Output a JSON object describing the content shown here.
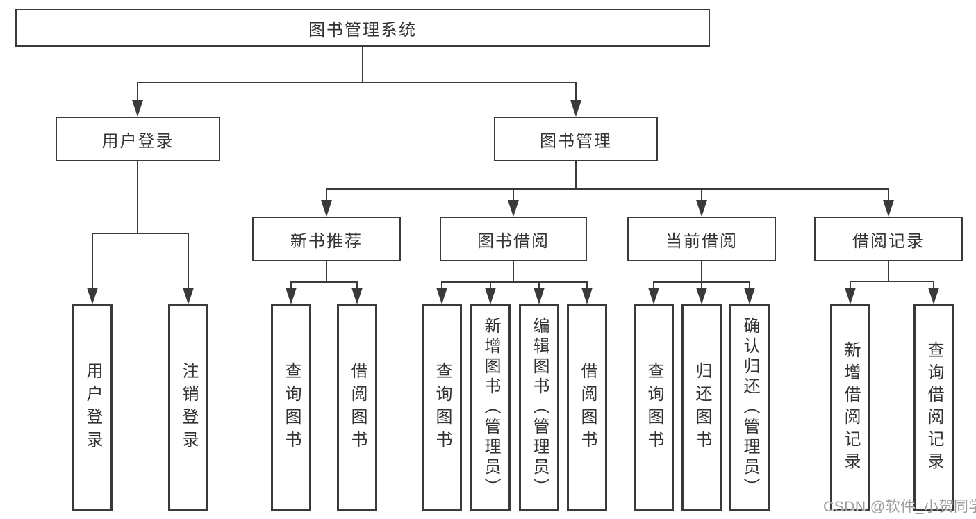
{
  "colors": {
    "line": "#3a3a3a",
    "text": "#333333",
    "watermark": "#9c9c9c"
  },
  "watermark": {
    "text": "CSDN @软件_小贺同学"
  },
  "tree": {
    "label": "图书管理系统",
    "children": [
      {
        "label": "用户登录",
        "children": [
          {
            "label": "用户登录"
          },
          {
            "label": "注销登录"
          }
        ]
      },
      {
        "label": "图书管理",
        "children": [
          {
            "label": "新书推荐",
            "children": [
              {
                "label": "查询图书"
              },
              {
                "label": "借阅图书"
              }
            ]
          },
          {
            "label": "图书借阅",
            "children": [
              {
                "label": "查询图书"
              },
              {
                "label": "新增图书（管理员）"
              },
              {
                "label": "编辑图书（管理员）"
              },
              {
                "label": "借阅图书"
              }
            ]
          },
          {
            "label": "当前借阅",
            "children": [
              {
                "label": "查询图书"
              },
              {
                "label": "归还图书"
              },
              {
                "label": "确认归还（管理员）"
              }
            ]
          },
          {
            "label": "借阅记录",
            "children": [
              {
                "label": "新增借阅记录"
              },
              {
                "label": "查询借阅记录"
              }
            ]
          }
        ]
      }
    ]
  }
}
